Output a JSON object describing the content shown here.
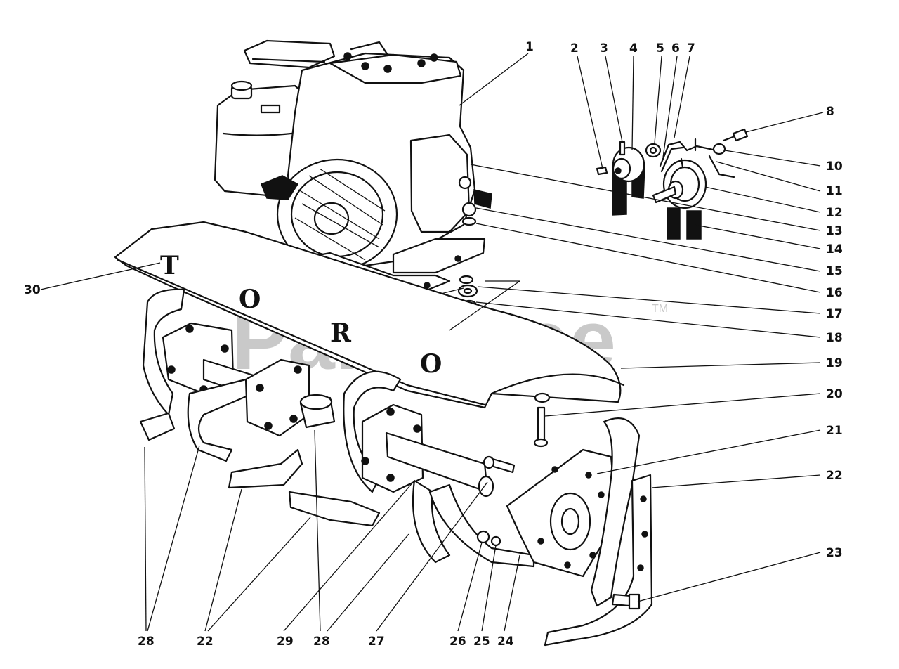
{
  "brand_letters": [
    "T",
    "O",
    "R",
    "O"
  ],
  "watermark": {
    "text": "PartsTree",
    "trademark": "TM"
  },
  "callouts": [
    {
      "id": "c1",
      "label": "1"
    },
    {
      "id": "c2",
      "label": "2"
    },
    {
      "id": "c3",
      "label": "3"
    },
    {
      "id": "c4",
      "label": "4"
    },
    {
      "id": "c5",
      "label": "5"
    },
    {
      "id": "c6",
      "label": "6"
    },
    {
      "id": "c7",
      "label": "7"
    },
    {
      "id": "c8",
      "label": "8"
    },
    {
      "id": "c10",
      "label": "10"
    },
    {
      "id": "c11",
      "label": "11"
    },
    {
      "id": "c12",
      "label": "12"
    },
    {
      "id": "c13",
      "label": "13"
    },
    {
      "id": "c14",
      "label": "14"
    },
    {
      "id": "c15",
      "label": "15"
    },
    {
      "id": "c16",
      "label": "16"
    },
    {
      "id": "c17",
      "label": "17"
    },
    {
      "id": "c18",
      "label": "18"
    },
    {
      "id": "c19",
      "label": "19"
    },
    {
      "id": "c20",
      "label": "20"
    },
    {
      "id": "c21",
      "label": "21"
    },
    {
      "id": "c22r",
      "label": "22"
    },
    {
      "id": "c23",
      "label": "23"
    },
    {
      "id": "c30",
      "label": "30"
    },
    {
      "id": "c28a",
      "label": "28"
    },
    {
      "id": "c22b",
      "label": "22"
    },
    {
      "id": "c29",
      "label": "29"
    },
    {
      "id": "c28b",
      "label": "28"
    },
    {
      "id": "c27",
      "label": "27"
    },
    {
      "id": "c26",
      "label": "26"
    },
    {
      "id": "c25",
      "label": "25"
    },
    {
      "id": "c24",
      "label": "24"
    }
  ]
}
